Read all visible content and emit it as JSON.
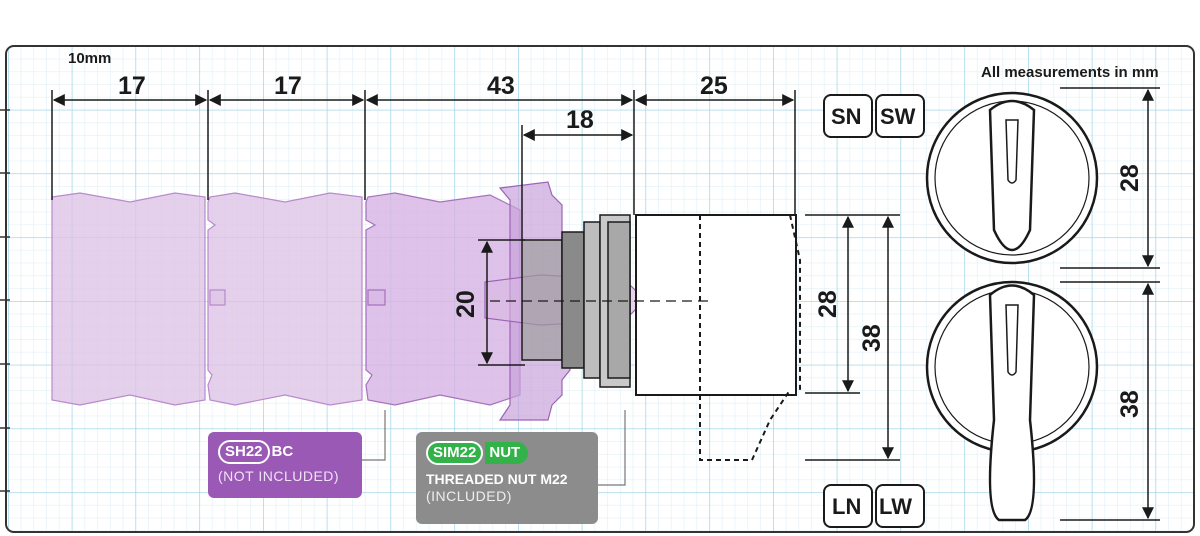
{
  "grid": {
    "scale_label": "10mm",
    "minor_color": "#c9e6f2",
    "major_color": "#8fcbe3",
    "border_color": "#333333"
  },
  "note": "All measurements in mm",
  "dimensions": {
    "top": [
      "17",
      "17",
      "43",
      "25"
    ],
    "nut": "18",
    "height_20": "20",
    "height_28_left": "28",
    "height_38_left": "38",
    "knob_top_height": "28",
    "knob_bottom_height": "38"
  },
  "badges": {
    "sn": "SN",
    "sw": "SW",
    "ln": "LN",
    "lw": "LW"
  },
  "labels": {
    "contact_block": {
      "code": "SH22",
      "suffix": "BC",
      "note": "(NOT INCLUDED)",
      "color": "#9b59b6"
    },
    "nut": {
      "code": "SIM22",
      "suffix": "NUT",
      "title": "THREADED NUT M22",
      "note": "(INCLUDED)",
      "color": "#8c8c8c",
      "accent": "#33b24a"
    }
  },
  "colors": {
    "purple_fill": "#d9b8e3",
    "purple_stroke": "#b07cc6",
    "metal": "#a0a0a0",
    "knob_fill": "#ffffff",
    "knob_stroke": "#1a1a1a"
  }
}
